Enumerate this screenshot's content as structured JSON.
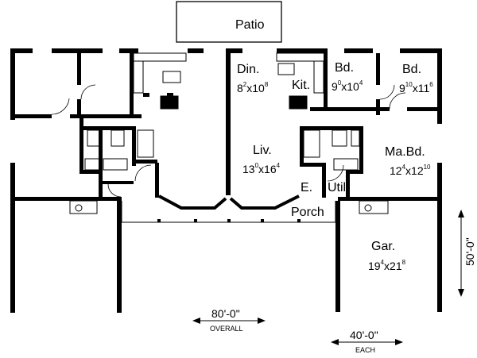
{
  "rooms": {
    "patio": {
      "label": "Patio"
    },
    "dining": {
      "label": "Din.",
      "w_ft": "8",
      "w_in": "2",
      "d_ft": "10",
      "d_in": "8"
    },
    "kitchen": {
      "label": "Kit."
    },
    "bed1": {
      "label": "Bd.",
      "w_ft": "9",
      "w_in": "0",
      "d_ft": "10",
      "d_in": "4"
    },
    "bed2": {
      "label": "Bd.",
      "w_ft": "9",
      "w_in": "10",
      "d_ft": "11",
      "d_in": "6"
    },
    "living": {
      "label": "Liv.",
      "w_ft": "13",
      "w_in": "0",
      "d_ft": "16",
      "d_in": "4"
    },
    "master": {
      "label": "Ma.Bd.",
      "w_ft": "12",
      "w_in": "4",
      "d_ft": "12",
      "d_in": "10"
    },
    "entry": {
      "label": "E."
    },
    "utility": {
      "label": "Util."
    },
    "porch": {
      "label": "Porch"
    },
    "garage": {
      "label": "Gar.",
      "w_ft": "19",
      "w_in": "4",
      "d_ft": "21",
      "d_in": "8"
    }
  },
  "dimensions": {
    "overall_width": "80'-0\"",
    "overall_caption": "OVERALL",
    "each_width": "40'-0\"",
    "each_caption": "EACH",
    "depth": "50'-0\""
  }
}
